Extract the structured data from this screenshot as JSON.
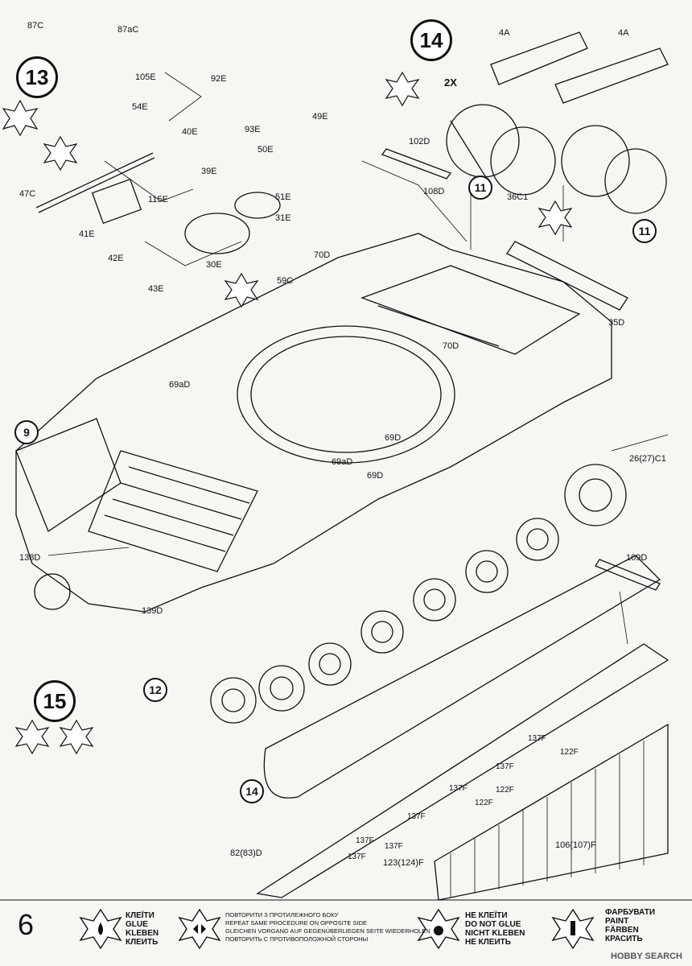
{
  "page_number": "6",
  "steps": {
    "s13": "13",
    "s14": "14",
    "s15": "15",
    "s9": "9",
    "s11a": "11",
    "s11b": "11",
    "s12": "12",
    "s14b": "14",
    "repeat": "2X"
  },
  "part_labels": {
    "p87C": "87C",
    "p87aC": "87aC",
    "p105E": "105E",
    "p92E": "92E",
    "p54E": "54E",
    "p40E": "40E",
    "p93E": "93E",
    "p49E": "49E",
    "p50E": "50E",
    "p47C": "47C",
    "p39E": "39E",
    "p115E": "115E",
    "p51E": "51E",
    "p31E": "31E",
    "p41E": "41E",
    "p42E": "42E",
    "p30E": "30E",
    "p43E": "43E",
    "p59C": "59C",
    "p70Da": "70D",
    "p4Aa": "4A",
    "p4Ab": "4A",
    "p102D": "102D",
    "p108D": "108D",
    "p36C1": "36C1",
    "p35D": "35D",
    "p70Db": "70D",
    "p69aDa": "69aD",
    "p69Da": "69D",
    "p69aDb": "69aD",
    "p69Db": "69D",
    "p26C1": "26(27)C1",
    "p138D": "138D",
    "p139D": "139D",
    "p109D": "109D",
    "p137Fa": "137F",
    "p122Fa": "122F",
    "p137Fb": "137F",
    "p137Fc": "137F",
    "p122Fb": "122F",
    "p122Fc": "122F",
    "p137Fd": "137F",
    "p137Fe": "137F",
    "p137Ff": "137F",
    "p137Fg": "137F",
    "p8283D": "82(83)D",
    "p123124F": "123(124)F",
    "p106107F": "106(107)F"
  },
  "legend": {
    "glue": [
      "КЛЕЇТИ",
      "GLUE",
      "KLEBEN",
      "КЛЕИТЬ"
    ],
    "repeat": [
      "ПОВТОРИТИ З ПРОТИЛЕЖНОГО БОКУ",
      "REPEAT SAME PROCEDURE ON OPPOSITE SIDE",
      "GLEICHEN VORGANG AUF GEGENÜBERLIEGEN SEITE WIEDERHOLEN",
      "ПОВТОРИТЬ С ПРОТИВОПОЛОЖНОЙ СТОРОНЫ"
    ],
    "noglue": [
      "НЕ КЛЕЇТИ",
      "DO NOT GLUE",
      "NICHT KLEBEN",
      "НЕ КЛЕИТЬ"
    ],
    "paint": [
      "ФАРБУВАТИ",
      "PAINT",
      "FÄRBEN",
      "КРАСИТЬ"
    ]
  },
  "watermark": "HOBBY SEARCH",
  "colors": {
    "ink": "#111111",
    "paper": "#f6f6f3"
  }
}
